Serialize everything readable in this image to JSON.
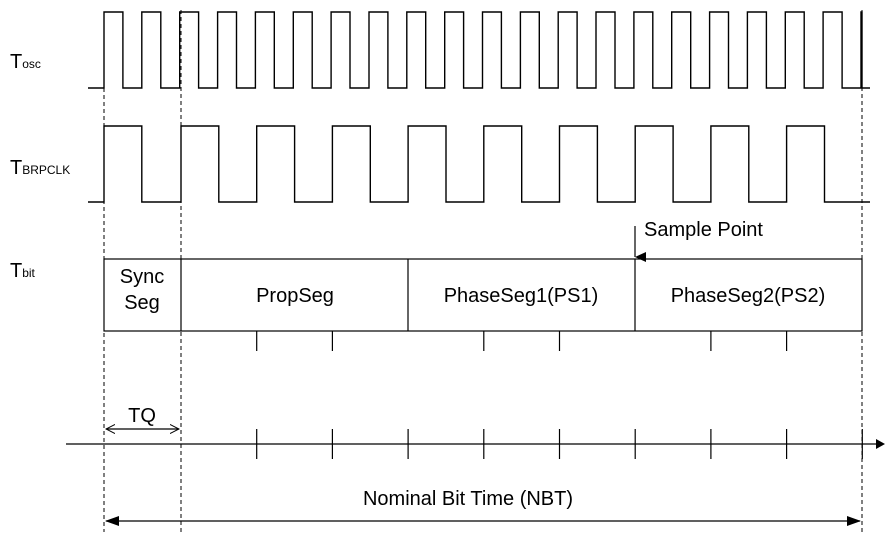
{
  "signals": {
    "osc": {
      "main": "T",
      "sub": "osc"
    },
    "brpclk": {
      "main": "T",
      "sub": "BRPCLK"
    },
    "bit": {
      "main": "T",
      "sub": "bit"
    }
  },
  "segments": [
    {
      "id": "sync",
      "lines": [
        "Sync",
        "Seg"
      ]
    },
    {
      "id": "prop",
      "lines": [
        "PropSeg"
      ]
    },
    {
      "id": "ps1",
      "lines": [
        "PhaseSeg1(PS1)"
      ]
    },
    {
      "id": "ps2",
      "lines": [
        "PhaseSeg2(PS2)"
      ]
    }
  ],
  "sample_point": "Sample Point",
  "tq": "TQ",
  "nbt": "Nominal Bit Time (NBT)"
}
